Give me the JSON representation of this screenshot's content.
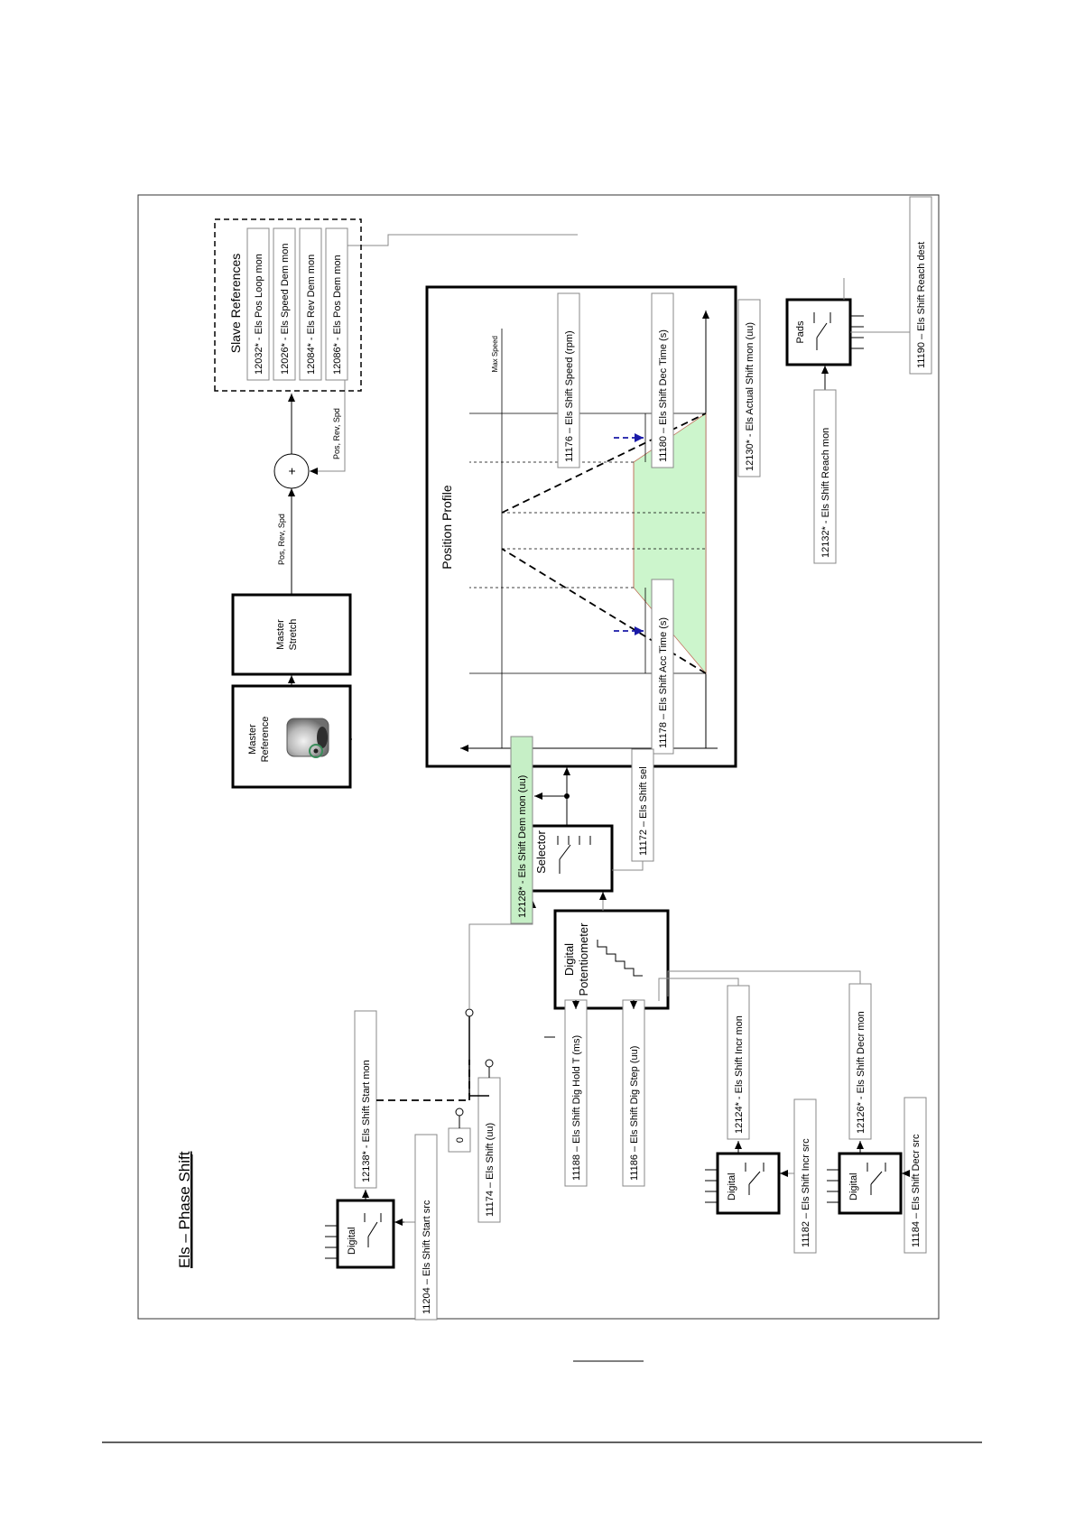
{
  "diagram": {
    "title": "Els – Phase Shift",
    "master_reference": [
      "Master",
      "Reference"
    ],
    "master_stretch": [
      "Master",
      "Stretch"
    ],
    "slave_references": {
      "title": "Slave References",
      "items": [
        "12032* - Els Pos Loop mon",
        "12026* - Els Speed Dem mon",
        "12084* - Els Rev Dem mon",
        "12086* - Els Pos Dem mon"
      ]
    },
    "summing_symbol": "+",
    "signal_label_1": "Pos, Rev, Spd",
    "signal_label_2": "Pos, Rev, Spd",
    "position_profile": {
      "title": "Position Profile",
      "max_speed_label": "Max Speed",
      "speed_param": "11176 – Els Shift Speed (rpm)",
      "acc_param": "11178 – Els Shift Acc Time (s)",
      "dec_param": "11180 – Els Shift Dec Time (s)"
    },
    "actual_shift_mon": "12130* - Els Actual Shift mon (uu)",
    "pads": {
      "label": "Pads",
      "reach_mon": "12132* - Els Shift Reach mon",
      "reach_dest": "11190 – Els Shift Reach dest"
    },
    "digital_start": {
      "label": "Digital",
      "src": "11204 – Els Shift Start src",
      "mon": "12138* - Els Shift Start mon"
    },
    "constant_zero": "0",
    "shift_param": "11174 – Els Shift (uu)",
    "digital_potentiometer": {
      "label": [
        "Digital",
        "Potentiometer"
      ],
      "hold_param": "11188 – Els Shift Dig Hold T (ms)",
      "step_param": "11186 – Els Shift Dig Step (uu)"
    },
    "selector": {
      "label": "Selector",
      "sel_param": "11172 – Els Shift sel"
    },
    "shift_dem_mon": "12128* - Els Shift Dem mon (uu)",
    "digital_incr": {
      "label": "Digital",
      "src": "11182 – Els Shift Incr src",
      "mon": "12124* - Els Shift Incr mon"
    },
    "digital_decr": {
      "label": "Digital",
      "src": "11184 – Els Shift Decr src",
      "mon": "12126* - Els Shift Decr mon"
    }
  },
  "colors": {
    "profile_fill": "#ccf5cc",
    "highlight_fill": "#c6efc6",
    "arrow_blue": "#1a1aa8",
    "line": "#000000",
    "gray_line": "#888888"
  },
  "icons": [
    "motor-encoder-icon",
    "switch-icon",
    "selector-switch-icon",
    "staircase-icon"
  ]
}
